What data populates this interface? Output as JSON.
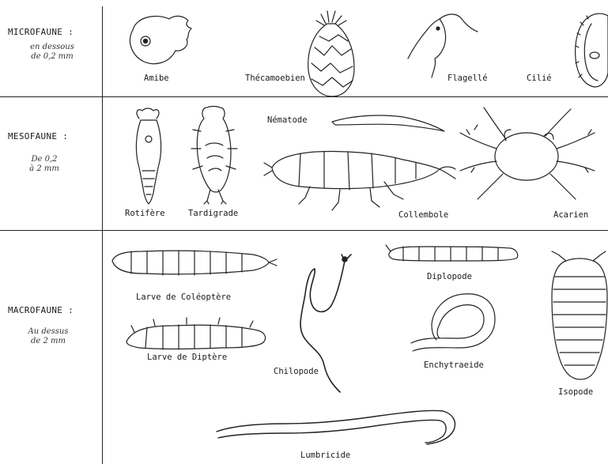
{
  "rows": [
    {
      "category": "MICROFAUNE :",
      "size_desc": [
        "en dessous",
        "de 0,2 mm"
      ],
      "organisms": [
        "Amibe",
        "Thécamoebien",
        "Flagellé",
        "Cilié"
      ]
    },
    {
      "category": "MESOFAUNE :",
      "size_desc": [
        "De 0,2",
        "à 2 mm"
      ],
      "organisms": [
        "Rotifère",
        "Tardigrade",
        "Nématode",
        "Collembole",
        "Acarien"
      ]
    },
    {
      "category": "MACROFAUNE :",
      "size_desc": [
        "Au dessus",
        "de 2 mm"
      ],
      "organisms": [
        "Larve de Coléoptère",
        "Larve de Diptère",
        "Chilopode",
        "Diplopode",
        "Enchytraeide",
        "Isopode",
        "Lumbricide"
      ]
    }
  ]
}
